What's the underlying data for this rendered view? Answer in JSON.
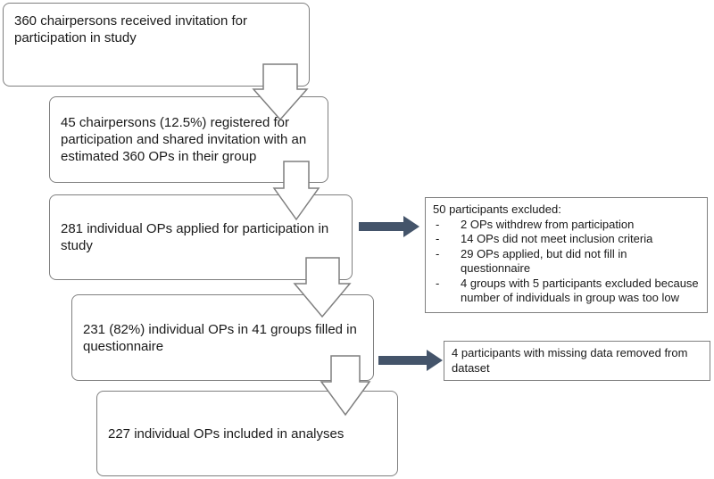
{
  "flow": {
    "step1": "360 chairpersons received invitation for participation in study",
    "step2": "45 chairpersons (12.5%) registered for participation and shared invitation with an estimated 360 OPs in their group",
    "step3": "281 individual OPs applied for participation in study",
    "step4": "231 (82%) individual OPs in 41 groups filled in questionnaire",
    "step5": "227 individual OPs included in analyses"
  },
  "exclusion1": {
    "title": "50 participants excluded:",
    "items": [
      "2 OPs withdrew from participation",
      "14 OPs did not meet inclusion criteria",
      "29 OPs applied, but did not fill in questionnaire",
      "4 groups with 5 participants excluded because number of individuals in group was too low"
    ]
  },
  "exclusion2": {
    "text": "4 participants with missing data removed from dataset"
  },
  "colors": {
    "box_border": "#7f7f7f",
    "side_arrow": "#44546a",
    "down_arrow_fill": "#ffffff",
    "down_arrow_stroke": "#7f7f7f"
  }
}
